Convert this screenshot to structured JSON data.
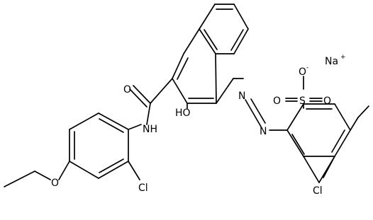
{
  "structure": {
    "atoms": {
      "na": "Na",
      "na_charge": "+",
      "o_minus": "O",
      "o_minus_charge": "-",
      "sulfur": "S",
      "o_sulfonyl_left": "O",
      "o_sulfonyl_right": "O",
      "carbonyl_o": "O",
      "amide_nh": "NH",
      "hydroxyl": "HO",
      "azo_n1": "N",
      "azo_n2": "N",
      "cl_ring": "Cl",
      "cl_aryl": "Cl",
      "ether_o": "O"
    }
  }
}
